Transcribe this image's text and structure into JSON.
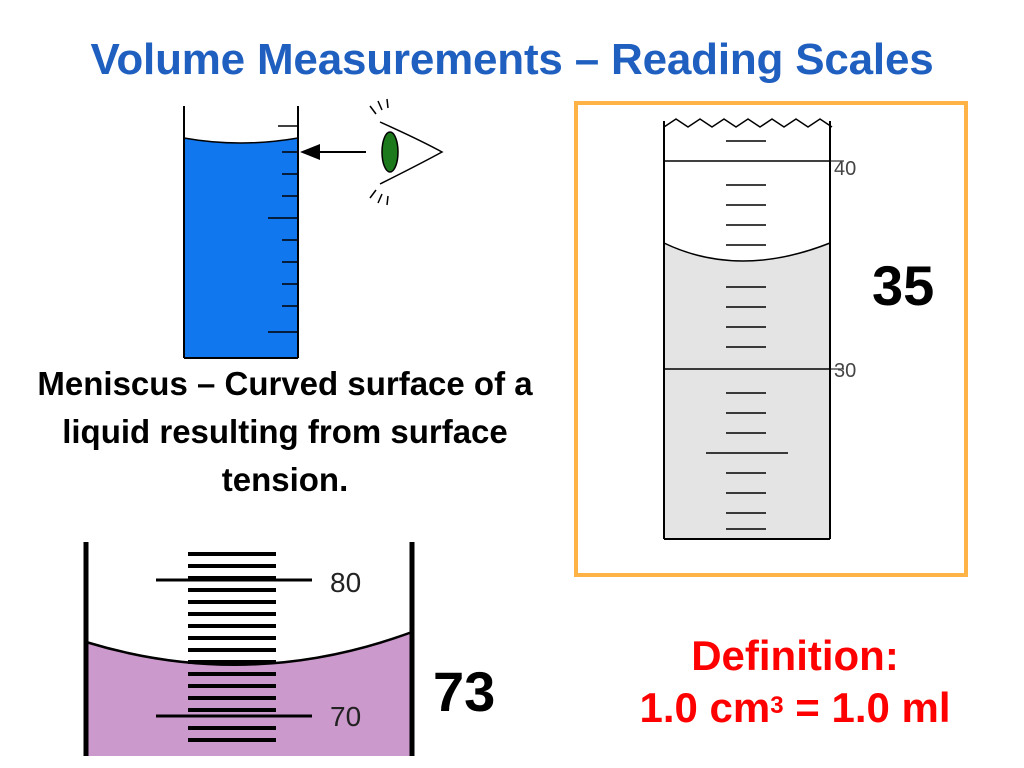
{
  "slide": {
    "title": "Volume Measurements – Reading Scales",
    "meniscus_definition": "Meniscus – Curved surface of a liquid resulting from surface tension.",
    "definition_heading": "Definition:",
    "definition_equation": {
      "left_value": "1.0 cm",
      "exponent": "3",
      "right_side": " = 1.0 ml"
    }
  },
  "figures": {
    "eye_cylinder": {
      "liquid_color": "#1177ee",
      "icons": [
        "eye-icon",
        "arrow-left-icon"
      ]
    },
    "scale_35": {
      "scale_labels": [
        "40",
        "30"
      ],
      "reading": "35",
      "frame_color": "#ffb347",
      "liquid_color": "#e4e4e4"
    },
    "scale_73": {
      "scale_labels": [
        "80",
        "70"
      ],
      "reading": "73",
      "liquid_color": "#cc99cc"
    }
  },
  "colors": {
    "title": "#1f5fbf",
    "definition": "#ff0000"
  }
}
